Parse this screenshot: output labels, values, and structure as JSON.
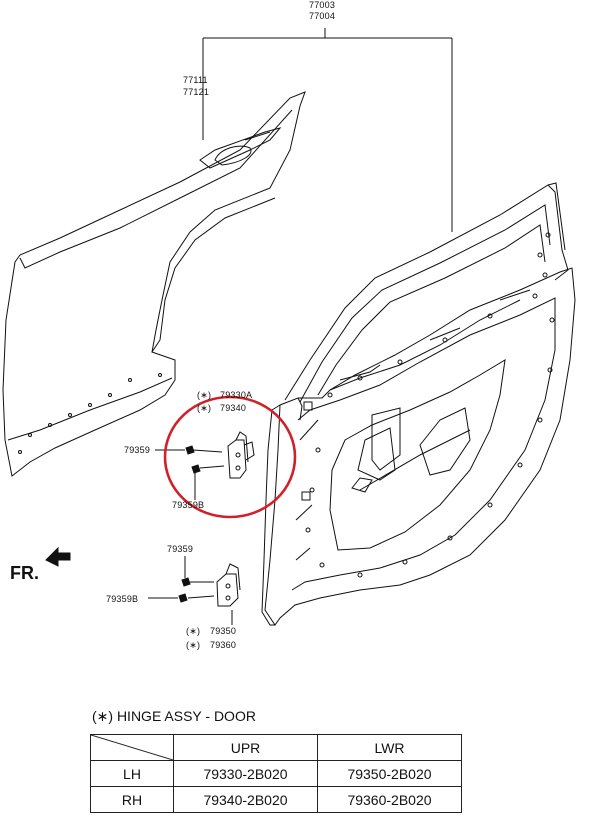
{
  "callouts": {
    "door_assy": [
      "77003",
      "77004"
    ],
    "outer_panel": [
      "77111",
      "77121"
    ],
    "upper_hinge": [
      "(∗)",
      "79330A",
      "(∗)",
      "79340"
    ],
    "bolt_upper": "79359",
    "bolt_upper_b": "79359B",
    "bolt_lower": "79359",
    "bolt_lower_b": "79359B",
    "lower_hinge": [
      "(∗)",
      "79350",
      "(∗)",
      "79360"
    ]
  },
  "front_label": "FR.",
  "table": {
    "caption": "(∗) HINGE ASSY - DOOR",
    "headers": [
      "",
      "UPR",
      "LWR"
    ],
    "rows": [
      {
        "side": "LH",
        "upr": "79330-2B020",
        "lwr": "79350-2B020"
      },
      {
        "side": "RH",
        "upr": "79340-2B020",
        "lwr": "79360-2B020"
      }
    ]
  },
  "colors": {
    "highlight_circle": "#d0202a",
    "line": "#111111"
  }
}
